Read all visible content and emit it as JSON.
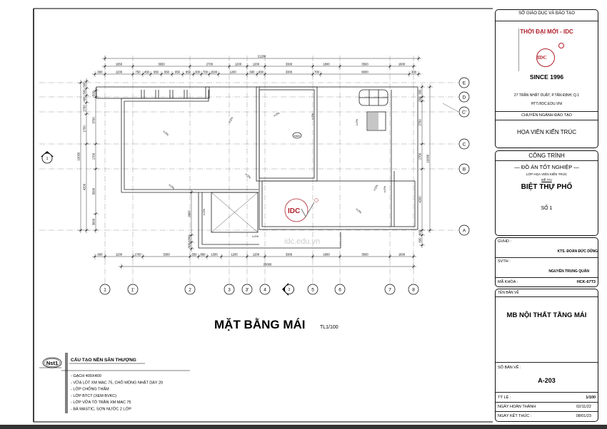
{
  "title_block": {
    "ministry": "SỞ GIÁO DỤC VÀ ĐÀO TẠO",
    "school": "THỜI ĐẠI MỚI - IDC",
    "logo_text": "IDC",
    "since": "SINCE 1996",
    "address": "27 TRẦN NHẬT DUẬT, P.TÂN ĐỊNH, Q.1",
    "website": "HTT://IDC.EDU.VN/",
    "major_label": "CHUYÊN NGÀNH ĐÀO TẠO",
    "major": "HỌA VIÊN KIẾN TRÚC",
    "project_label": "CÔNG TRÌNH",
    "project_type": "ĐỒ ÁN TỐT NGHIỆP",
    "class": "LỚP HỌA VIÊN KIẾN TRÚC",
    "topic_label": "ĐỀ TÀI",
    "topic": "BIỆT THỰ PHỐ",
    "number": "SỐ 1",
    "instructor_label": "GVHD :",
    "instructor": "KTS. ĐOÀN ĐỨC DŨNG",
    "student_label": "SVTH :",
    "student": "NGUYỄN TRUNG QUÂN",
    "course_label": "MÃ KHÓA :",
    "course": "HCK-67T3",
    "drawing_name_label": "TÊN BẢN VẼ",
    "drawing_name": "MB NỘI THẤT TẦNG MÁI",
    "drawing_no_label": "SỐ BẢN VẼ :",
    "drawing_no": "A-203",
    "scale_label": "TỶ LỆ :",
    "scale": "1/100",
    "completed_label": "NGÀY HOÀN THÀNH",
    "completed": "02/11/22",
    "end_label": "NGÀY KẾT THÚC :",
    "end": "08/01/23"
  },
  "drawing": {
    "title": "MẶT BẰNG MÁI",
    "scale": "TL1/100",
    "watermark": "idc.edu.vn",
    "logo_text": "IDC",
    "section_mark": "1",
    "section_mark_2": "2",
    "floor_tag": "Nst1",
    "slope_label": "i=2%",
    "axes_x": [
      "1",
      "1'",
      "2",
      "3",
      "3'",
      "4",
      "5",
      "6",
      "7",
      "8"
    ],
    "axes_y": [
      "E",
      "D",
      "C'",
      "C",
      "B",
      "A"
    ],
    "dims": {
      "top_total": "21200",
      "top_row2": [
        "1950",
        "3650",
        "2700",
        "1200",
        "1200",
        "3300",
        "1800",
        "3500",
        "1600"
      ],
      "top_row3": [
        "600",
        "1200",
        "750",
        "450",
        "950",
        "950",
        "950",
        "950",
        "300",
        "700",
        "1500",
        "1200",
        "600",
        "600",
        "3300",
        "700",
        "6000",
        "300"
      ],
      "bottom_row1": [
        "600",
        "1200",
        "1700",
        "3300",
        "550",
        "850",
        "1300",
        "1200",
        "1200",
        "3300",
        "1800",
        "3500",
        "1600"
      ],
      "bottom_total": "20000",
      "left_outer": [
        "500",
        "500",
        "400",
        "2700",
        "1700",
        "4200"
      ],
      "left_total": "10000",
      "left_inner": [
        "500",
        "3700",
        "1700",
        "5000",
        "3600"
      ],
      "right": [
        "500",
        "200",
        "2700",
        "1700",
        "4200",
        "900",
        "600"
      ],
      "right_total": "10000",
      "mid": [
        "2900",
        "1000",
        "300"
      ]
    }
  },
  "legend": {
    "tag": "Nst1",
    "title": "CẤU TẠO NỀN SÂN THƯỢNG",
    "layers": [
      "- GẠCH 400X400",
      "- VỮA LÓT XM MAC 75, CHỖ MỎNG NHẤT DÀY 20",
      "- LỚP CHỐNG THẤM",
      "- LỚP BTCT (XEM BVKC)",
      "- LỚP VỮA TÔ TRẦN XM MAC 75",
      "- BẢ MASTIC, SƠN NƯỚC 2 LỚP"
    ]
  },
  "colors": {
    "logo_red": "#b0202a",
    "line": "#222222",
    "grid": "#888888"
  }
}
